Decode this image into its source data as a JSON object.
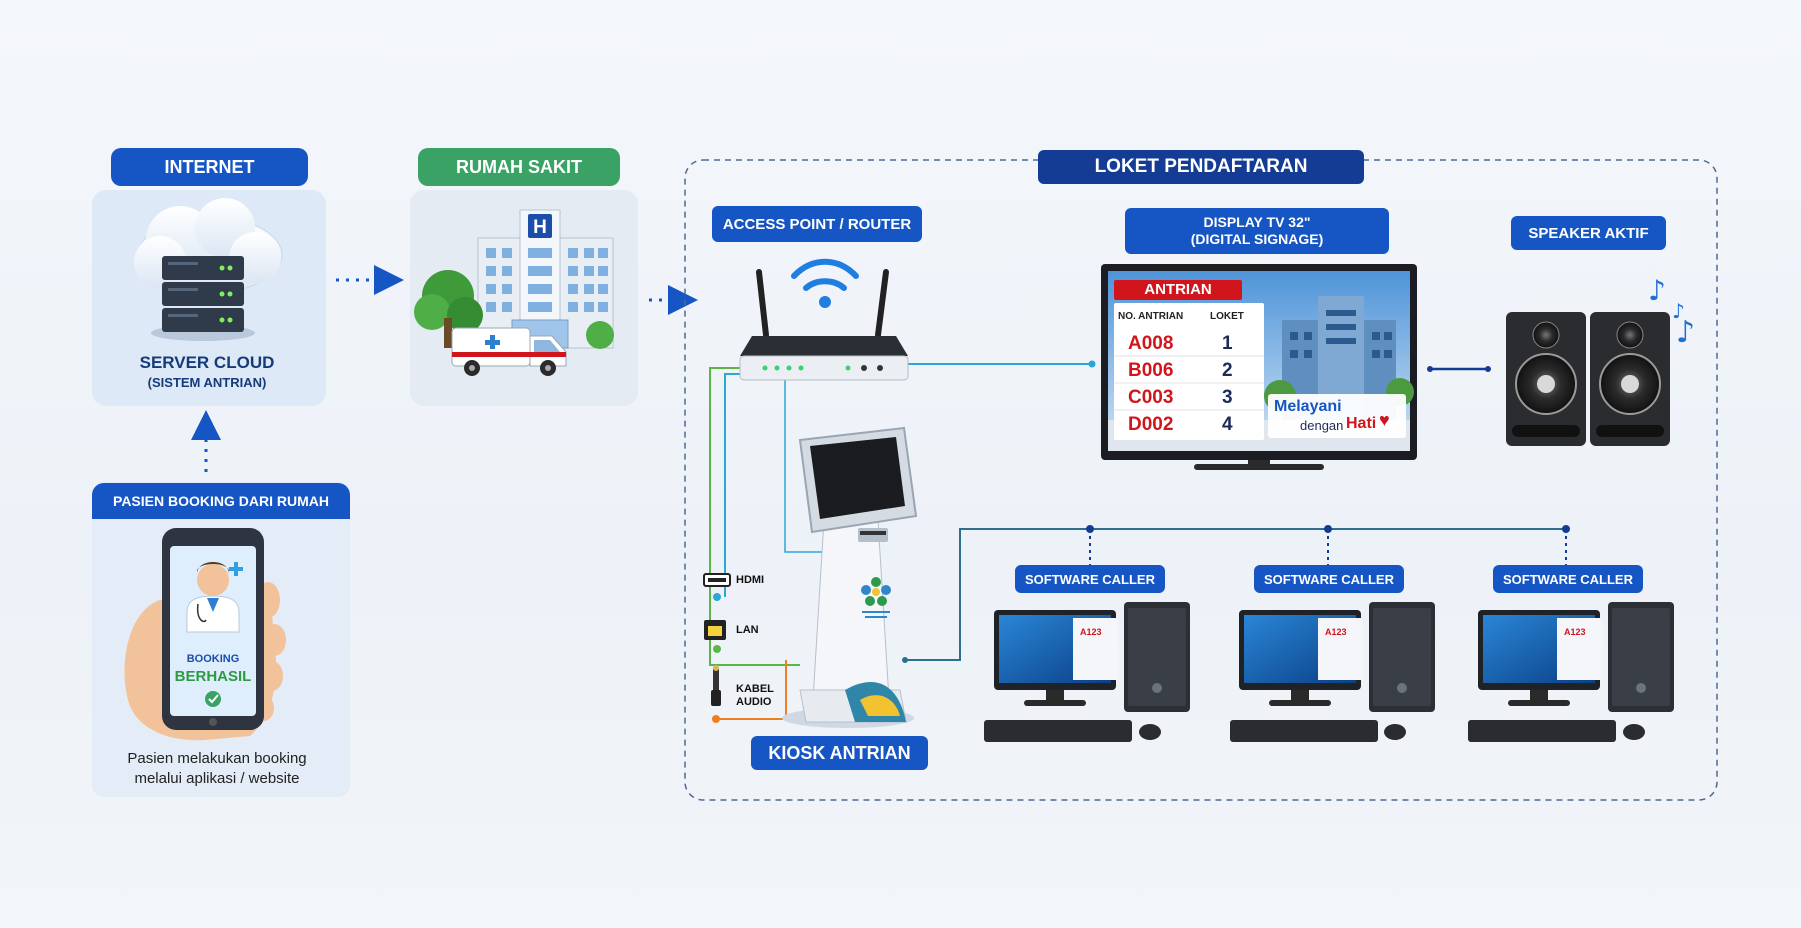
{
  "internet": {
    "title": "INTERNET",
    "server_label": "SERVER CLOUD",
    "server_sub": "(SISTEM ANTRIAN)"
  },
  "hospital": {
    "title": "RUMAH SAKIT",
    "sign_letter": "H"
  },
  "booking": {
    "title": "PASIEN BOOKING DARI RUMAH",
    "phone_line1": "BOOKING",
    "phone_line2": "BERHASIL",
    "caption_line1": "Pasien melakukan booking",
    "caption_line2": "melalui aplikasi / website"
  },
  "loket": {
    "title": "LOKET PENDAFTARAN"
  },
  "router": {
    "title": "ACCESS POINT / ROUTER"
  },
  "display": {
    "title_line1": "DISPLAY TV 32\"",
    "title_line2": "(DIGITAL SIGNAGE)",
    "banner": "ANTRIAN",
    "col_number": "NO. ANTRIAN",
    "col_counter": "LOKET",
    "rows": [
      {
        "number": "A008",
        "counter": "1"
      },
      {
        "number": "B006",
        "counter": "2"
      },
      {
        "number": "C003",
        "counter": "3"
      },
      {
        "number": "D002",
        "counter": "4"
      }
    ],
    "slogan_line1": "Melayani",
    "slogan_word": "dengan",
    "slogan_word2": "Hati"
  },
  "speaker": {
    "title": "SPEAKER AKTIF"
  },
  "kiosk": {
    "title": "KIOSK ANTRIAN"
  },
  "cables": {
    "hdmi": "HDMI",
    "lan": "LAN",
    "audio_line1": "KABEL",
    "audio_line2": "AUDIO"
  },
  "callers": [
    {
      "title": "SOFTWARE CALLER",
      "screen_number": "A123"
    },
    {
      "title": "SOFTWARE CALLER",
      "screen_number": "A123"
    },
    {
      "title": "SOFTWARE CALLER",
      "screen_number": "A123"
    }
  ],
  "colors": {
    "primary_blue": "#1656c4",
    "navy": "#143c95",
    "green": "#3aa264",
    "queue_red": "#d0161c",
    "cable_cyan": "#2aa7d8",
    "cable_green": "#5db447",
    "cable_orange": "#ef7d22"
  }
}
